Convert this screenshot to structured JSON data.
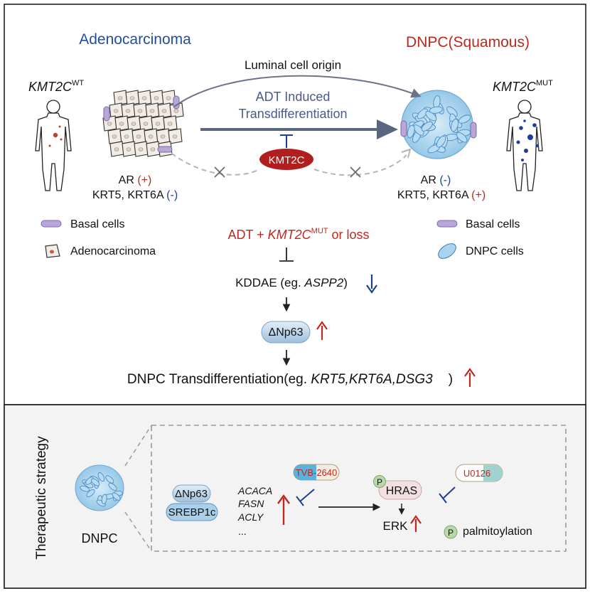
{
  "top": {
    "left_title": "Adenocarcinoma",
    "right_title": "DNPC(Squamous)",
    "arrow_top_label": "Luminal cell origin",
    "arrow_mid_label_1": "ADT Induced",
    "arrow_mid_label_2": "Transdifferentiation",
    "inhibitor_pill": "KMT2C",
    "left_gene": "KMT2C",
    "left_gene_sup": "WT",
    "right_gene": "KMT2C",
    "right_gene_sup": "MUT",
    "left_ar_prefix": "AR ",
    "left_ar_sign": "(+)",
    "left_krt_prefix": "KRT5, KRT6A ",
    "left_krt_sign": "(-)",
    "right_ar_prefix": "AR ",
    "right_ar_sign": "(-)",
    "right_krt_prefix": "KRT5, KRT6A ",
    "right_krt_sign": "(+)",
    "legend_left": [
      "Basal cells",
      "Adenocarcinoma"
    ],
    "legend_right": [
      "Basal cells",
      "DNPC cells"
    ],
    "mechanism_1_prefix": "ADT + ",
    "mechanism_1_gene": "KMT2C",
    "mechanism_1_sup": "MUT",
    "mechanism_1_suffix": " or loss",
    "kddae_prefix": "KDDAE (eg. ",
    "kddae_gene": "ASPP2",
    "kddae_suffix": ")",
    "np63": "ΔNp63",
    "transdiff_prefix": "DNPC Transdifferentiation(eg. ",
    "transdiff_genes": "KRT5,KRT6A,DSG3",
    "transdiff_suffix": ")"
  },
  "bottom": {
    "side_title": "Therapeutic strategy",
    "dnpc_label": "DNPC",
    "np63_label": "ΔNp63",
    "srebp_label": "SREBP1c",
    "genes": [
      "ACACA",
      "FASN",
      "ACLY",
      "..."
    ],
    "drug_1": "TVB-2640",
    "drug_2": "U0126",
    "hras_label": "HRAS",
    "p_label": "P",
    "erk_label": "ERK",
    "palmitoylation": "palmitoylation"
  },
  "colors": {
    "blue_title": "#1f4e9c",
    "red_title": "#c0281d",
    "red_arrow": "#c0281d",
    "blue_arrow": "#1d3f8f",
    "main_arrow": "#5a6680",
    "pill_red": "#b21e1e",
    "panel_bottom_bg": "#f3f3f4"
  }
}
